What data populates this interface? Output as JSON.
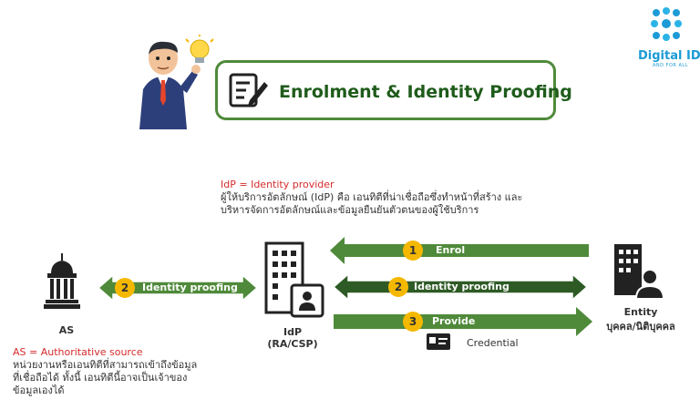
{
  "title": "Enrolment & Identity Proofing",
  "logo": {
    "name": "Digital ID",
    "tagline": "AND FOR ALL"
  },
  "idp_definition": {
    "heading": "IdP = Identity provider",
    "line1": "ผู้ให้บริการอัตลักษณ์ (IdP) คือ เอนทิตีที่น่าเชื่อถือซึ่งทำหน้าที่สร้าง และ",
    "line2": "บริหารจัดการอัตลักษณ์และข้อมูลยืนยันตัวตนของผู้ใช้บริการ"
  },
  "as_definition": {
    "heading": "AS = Authoritative source",
    "line1": "หน่วยงานหรือเอนทิตีที่สามารถเข้าถึงข้อมูล",
    "line2": "ที่เชื่อถือได้ ทั้งนี้ เอนทิตีนี้อาจเป็นเจ้าของ",
    "line3": "ข้อมูลเองได้"
  },
  "nodes": {
    "as": "AS",
    "idp_line1": "IdP",
    "idp_line2": "(RA/CSP)",
    "entity_line1": "Entity",
    "entity_line2": "บุคคล/นิติบุคคล"
  },
  "arrows": {
    "as_idp": {
      "num": "2",
      "label": "Identity proofing"
    },
    "enrol": {
      "num": "1",
      "label": "Enrol"
    },
    "proofing": {
      "num": "2",
      "label": "Identity proofing"
    },
    "provide": {
      "num": "3",
      "label": "Provide"
    }
  },
  "credential_label": "Credential",
  "colors": {
    "arrow": "#4f8a3a",
    "badge": "#f5b800",
    "title": "#1f5c1b",
    "red": "#d52b2b"
  }
}
